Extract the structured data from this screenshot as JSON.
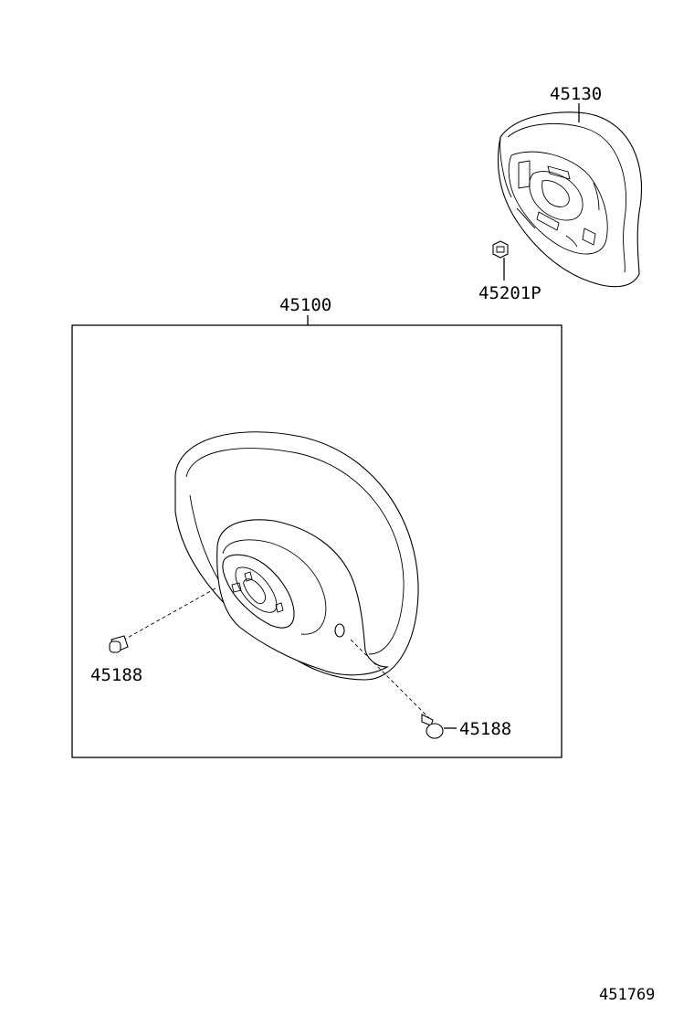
{
  "labels": {
    "pad_assembly": "45130",
    "pad_screw": "45201P",
    "wheel_assembly": "45100",
    "bolt_left": "45188",
    "bolt_right": "45188",
    "figure_number": "451769"
  },
  "icons": {
    "horn_pad": "horn-pad-icon",
    "steering_wheel": "steering-wheel-icon",
    "screw": "screw-icon",
    "bolt": "bolt-icon"
  }
}
